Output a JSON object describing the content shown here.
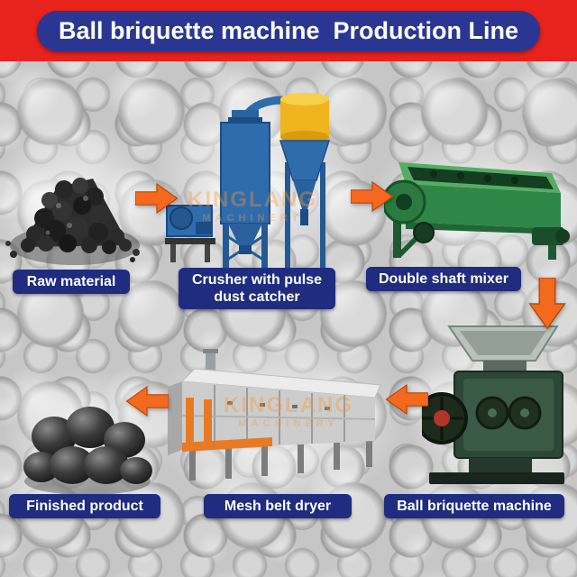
{
  "title": "Ball briquette machine  Production Line",
  "watermark": {
    "line1": "KINGLANG",
    "line2": "MACHINERY"
  },
  "labels": {
    "raw_material": "Raw material",
    "crusher_line1": "Crusher with pulse",
    "crusher_line2": "dust catcher",
    "double_shaft_mixer": "Double shaft mixer",
    "ball_briquette_machine": "Ball briquette machine",
    "mesh_belt_dryer": "Mesh belt dryer",
    "finished_product": "Finished product"
  },
  "colors": {
    "banner_background": "#e8221c",
    "title_pill_background": "#2b3693",
    "label_background": "#1f2c80",
    "arrow_orange": "#f4691e",
    "crusher_blue": "#2e6cac",
    "cyclone_yellow": "#f0b41c",
    "mixer_green": "#2e8747",
    "dryer_silver": "#cdcdcd",
    "dryer_orange": "#e87a25"
  }
}
